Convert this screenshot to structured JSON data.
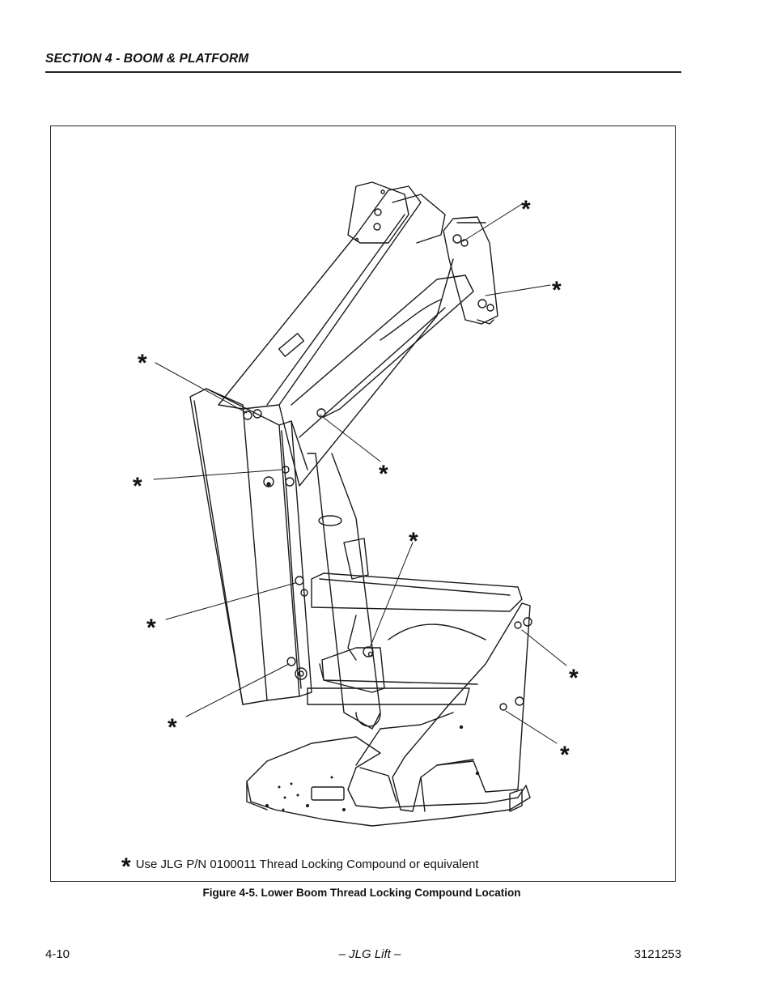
{
  "header": {
    "section_title": "SECTION 4 - BOOM & PLATFORM"
  },
  "figure": {
    "callout_marker": "*",
    "note_text": "Use JLG P/N 0100011 Thread Locking Compound or equivalent",
    "caption": "Figure 4-5.  Lower Boom Thread Locking Compound Location"
  },
  "footer": {
    "page_number": "4-10",
    "brand": "– JLG Lift –",
    "doc_number": "3121253"
  }
}
